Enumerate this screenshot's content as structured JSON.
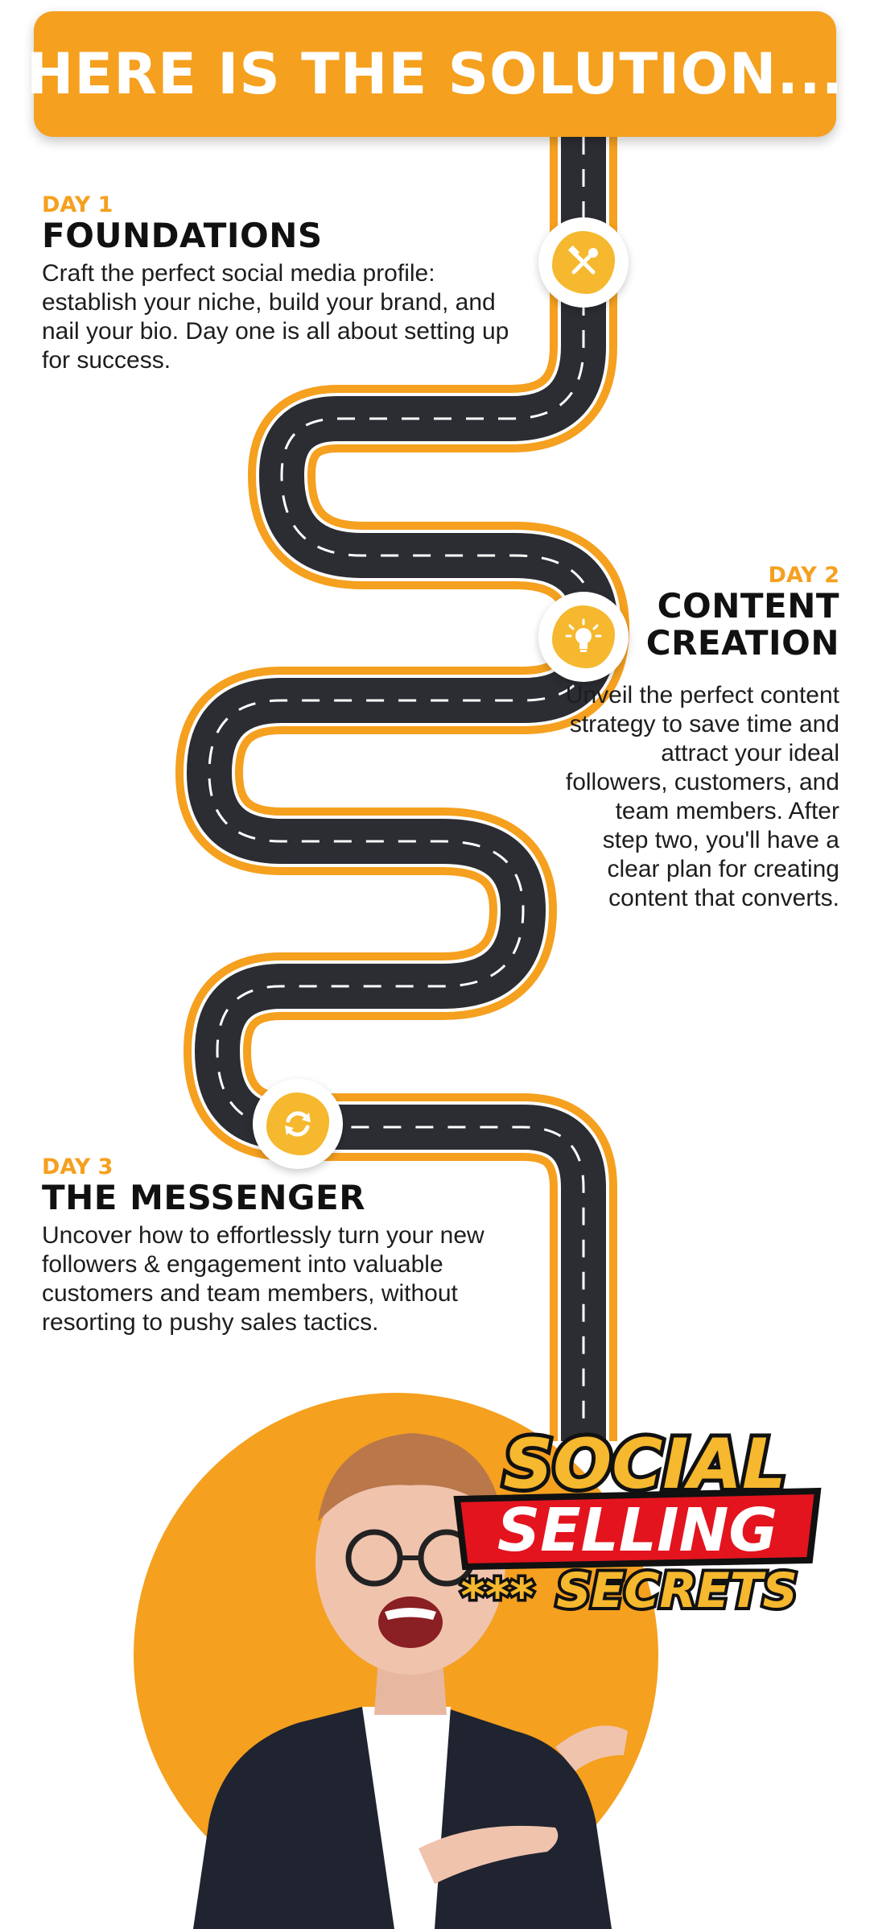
{
  "banner": {
    "title": "HERE IS THE SOLUTION..."
  },
  "steps": [
    {
      "day": "DAY 1",
      "title": "FOUNDATIONS",
      "description": "Craft the perfect social media profile: establish your niche, build your brand, and nail your bio. Day one is all about setting up for success.",
      "icon": "tools-icon"
    },
    {
      "day": "DAY 2",
      "title_line1": "CONTENT",
      "title_line2": "CREATION",
      "description": "Unveil the perfect content strategy to save time and attract your ideal followers, customers, and team members. After step two, you'll have a clear plan for creating content that converts.",
      "icon": "lightbulb-icon"
    },
    {
      "day": "DAY 3",
      "title": "THE MESSENGER",
      "description": "Uncover how to effortlessly turn your new followers & engagement into valuable customers and team members, without resorting to pushy sales tactics.",
      "icon": "refresh-icon"
    }
  ],
  "logo": {
    "line1": "SOCIAL",
    "line2": "SELLING",
    "line3": "SECRETS",
    "stars": "***"
  },
  "colors": {
    "accent": "#F5A01F",
    "road": "#2B2D33",
    "logo_red": "#E3141E",
    "text": "#111111"
  }
}
